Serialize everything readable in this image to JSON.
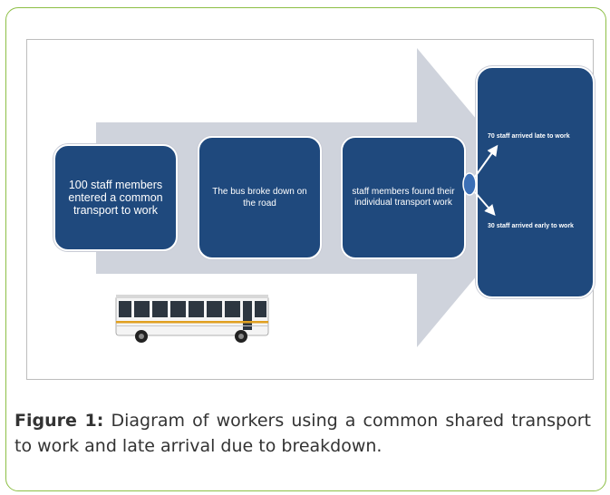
{
  "diagram": {
    "steps": [
      {
        "text": "100 staff members entered a common transport to work"
      },
      {
        "text": "The bus broke down on the road"
      },
      {
        "text": "staff members found their individual transport work"
      }
    ],
    "outcomes": [
      {
        "text": "70 staff arrived late to work"
      },
      {
        "text": "30 staff arrived early to work"
      }
    ],
    "colors": {
      "box_fill": "#1f497d",
      "arrow_fill": "#cfd3dc",
      "frame_border": "#8dbf45",
      "connector": "#ffffff"
    },
    "image_icon": "bus-photo"
  },
  "caption": {
    "label": "Figure 1:",
    "text": "Diagram of workers using a common shared transport to work and late arrival due to breakdown."
  }
}
